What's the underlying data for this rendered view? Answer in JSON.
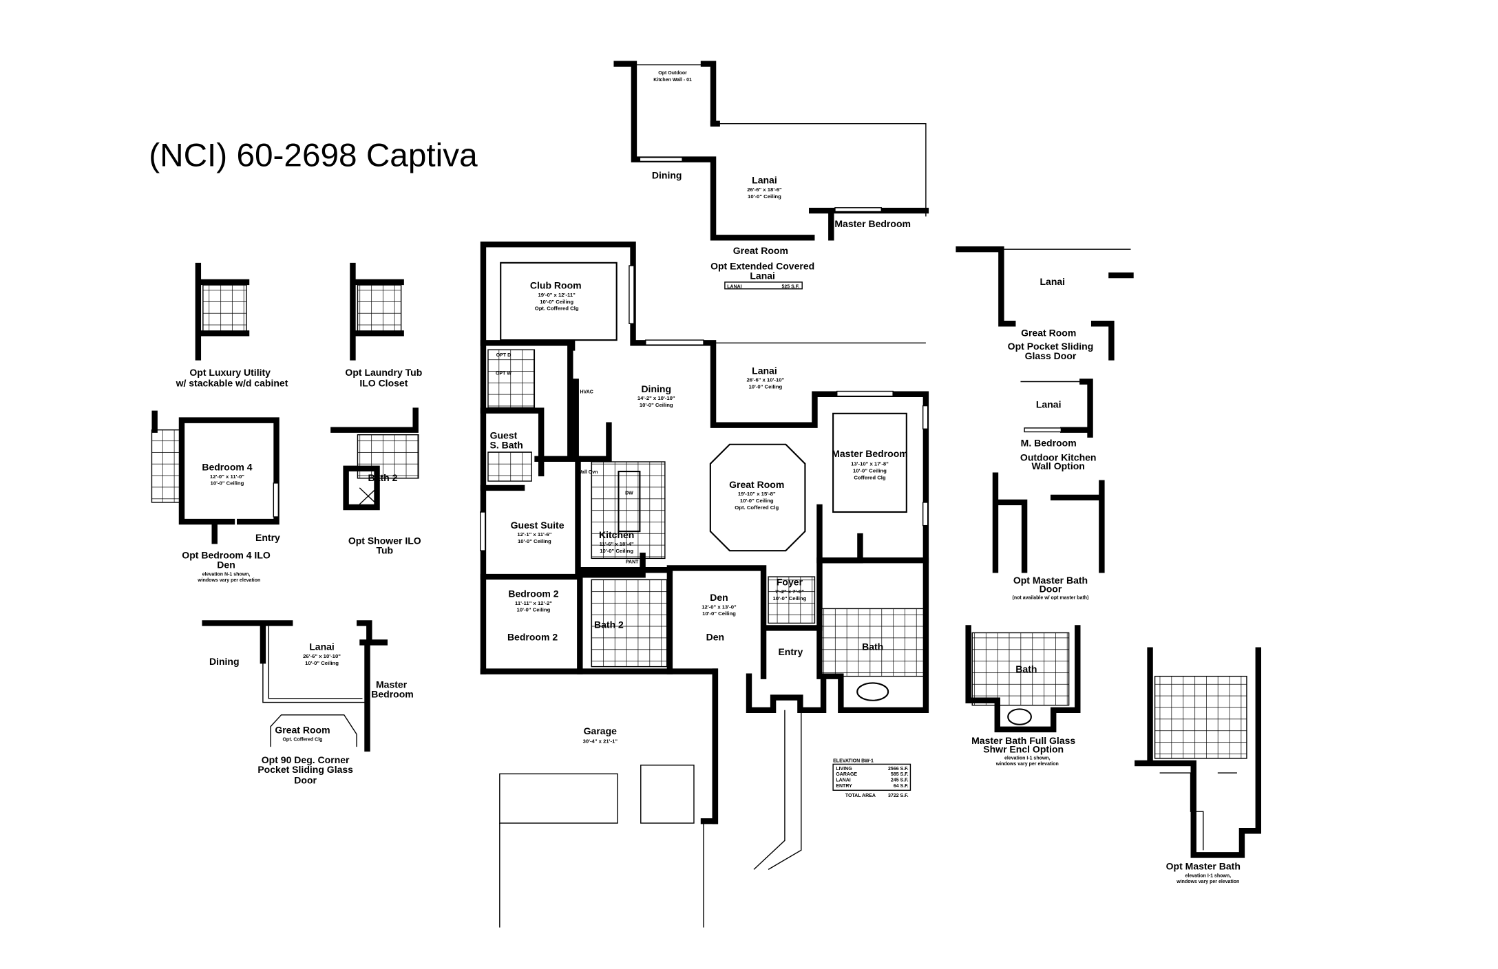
{
  "title": "(NCI) 60-2698 Captiva",
  "main_plan": {
    "rooms": [
      {
        "name": "Club Room",
        "dims": "19'-0\" x 12'-11\"",
        "ceiling": "10'-0\" Ceiling",
        "note": "Opt. Coffered Clg"
      },
      {
        "name": "Dining",
        "dims": "14'-2\" x 10'-10\"",
        "ceiling": "10'-0\" Ceiling"
      },
      {
        "name": "Lanai",
        "dims": "26'-6\" x 10'-10\"",
        "ceiling": "10'-0\" Ceiling"
      },
      {
        "name": "Master Bedroom",
        "dims": "13'-10\" x 17'-8\"",
        "ceiling": "10'-0\" Ceiling",
        "note": "Coffered Clg"
      },
      {
        "name": "Great Room",
        "dims": "19'-10\" x 15'-8\"",
        "ceiling": "10'-0\" Ceiling",
        "note": "Opt. Coffered Clg"
      },
      {
        "name": "Guest Suite",
        "dims": "12'-1\" x 11'-6\"",
        "ceiling": "10'-0\" Ceiling"
      },
      {
        "name": "Kitchen",
        "dims": "11'-6\" x 18'-4\"",
        "ceiling": "10'-0\" Ceiling"
      },
      {
        "name": "Bedroom 2",
        "dims": "11'-11\" x 12'-2\"",
        "ceiling": "10'-0\" Ceiling"
      },
      {
        "name": "Den",
        "dims": "12'-0\" x 13'-0\"",
        "ceiling": "10'-0\" Ceiling"
      },
      {
        "name": "Foyer",
        "dims": "7'-2\" x 7'-0\"",
        "ceiling": "10'-0\" Ceiling"
      },
      {
        "name": "Garage",
        "dims": "30'-4\" x 21'-1\""
      }
    ],
    "labels": {
      "guest_bath": "Guest",
      "guest_bath2": "S. Bath",
      "bath2": "Bath 2",
      "bedroom2_alt": "Bedroom 2",
      "den_alt": "Den",
      "entry": "Entry",
      "bath": "Bath",
      "hvac": "HVAC",
      "wall_oven": "Wall Ovn",
      "dw": "DW",
      "pantry": "PANT",
      "opt_d": "OPT D",
      "opt_w": "OPT W"
    }
  },
  "extended_lanai": {
    "outdoor_kitchen": "Opt Outdoor",
    "outdoor_kitchen2": "Kitchen Wall - 01",
    "dining": "Dining",
    "lanai": "Lanai",
    "dims": "26'-6\" x 18'-6\"",
    "ceiling": "10'-0\" Ceiling",
    "master_bedroom": "Master Bedroom",
    "great_room": "Great Room",
    "caption1": "Opt Extended Covered",
    "caption2": "Lanai",
    "table_label": "LANAI",
    "table_value": "525 S.F."
  },
  "options": {
    "luxury_utility": {
      "caption1": "Opt Luxury Utility",
      "caption2": "w/ stackable w/d cabinet"
    },
    "laundry_tub": {
      "caption1": "Opt Laundry Tub",
      "caption2": "ILO Closet"
    },
    "bedroom4": {
      "room": "Bedroom 4",
      "dims": "12'-0\" x 11'-0\"",
      "ceiling": "10'-0\" Ceiling",
      "entry": "Entry",
      "caption1": "Opt Bedroom 4 ILO",
      "caption2": "Den",
      "note1": "elevation N-1 shown,",
      "note2": "windows vary per elevation"
    },
    "shower": {
      "bath": "Bath 2",
      "caption1": "Opt Shower ILO",
      "caption2": "Tub"
    },
    "corner_door": {
      "dining": "Dining",
      "lanai": "Lanai",
      "dims": "26'-6\" x 10'-10\"",
      "ceiling": "10'-0\" Ceiling",
      "master1": "Master",
      "master2": "Bedroom",
      "great_room": "Great Room",
      "great_note": "Opt. Coffered Clg",
      "caption1": "Opt 90 Deg. Corner",
      "caption2": "Pocket Sliding Glass",
      "caption3": "Door"
    },
    "pocket_door": {
      "lanai": "Lanai",
      "great_room": "Great Room",
      "caption1": "Opt Pocket Sliding",
      "caption2": "Glass Door"
    },
    "outdoor_kitchen_wall": {
      "lanai": "Lanai",
      "bedroom": "M. Bedroom",
      "caption1": "Outdoor Kitchen",
      "caption2": "Wall Option"
    },
    "master_bath_door": {
      "caption1": "Opt Master Bath",
      "caption2": "Door",
      "note": "(not available w/ opt master bath)"
    },
    "full_glass": {
      "bath": "Bath",
      "caption1": "Master Bath Full Glass",
      "caption2": "Shwr Encl Option",
      "note1": "elevation I-1 shown,",
      "note2": "windows vary per elevation"
    },
    "opt_master_bath": {
      "caption1": "Opt Master Bath",
      "note1": "elevation I-1 shown,",
      "note2": "windows vary per elevation"
    }
  },
  "area_table": {
    "title": "ELEVATION BW-1",
    "rows": [
      {
        "label": "LIVING",
        "value": "2566 S.F."
      },
      {
        "label": "GARAGE",
        "value": "585 S.F."
      },
      {
        "label": "LANAI",
        "value": "245 S.F."
      },
      {
        "label": "ENTRY",
        "value": "64 S.F."
      }
    ],
    "total_label": "TOTAL AREA",
    "total_value": "3722 S.F."
  }
}
